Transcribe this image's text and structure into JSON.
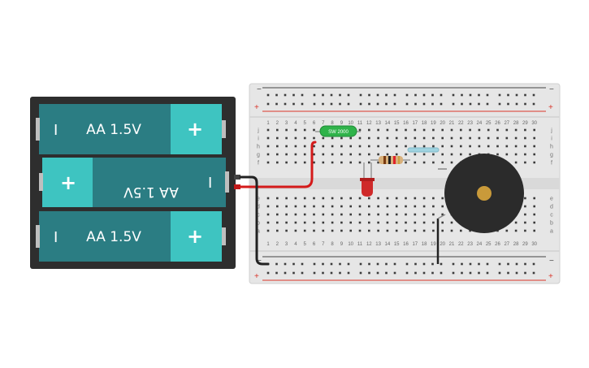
{
  "battery_pack": {
    "cells": [
      {
        "label": "AA 1.5V",
        "minus_symbol": "I",
        "plus_symbol": "+",
        "orientation": "normal"
      },
      {
        "label": "AA 1.5V",
        "minus_symbol": "I",
        "plus_symbol": "+",
        "orientation": "flipped"
      },
      {
        "label": "AA 1.5V",
        "minus_symbol": "I",
        "plus_symbol": "+",
        "orientation": "normal"
      }
    ],
    "case_color": "#2e2e2e",
    "cell_color": "#2b7d83",
    "cap_color": "#3ec4c1"
  },
  "breadboard": {
    "columns": [
      "1",
      "2",
      "3",
      "4",
      "5",
      "6",
      "7",
      "8",
      "9",
      "10",
      "11",
      "12",
      "13",
      "14",
      "15",
      "16",
      "17",
      "18",
      "19",
      "20",
      "21",
      "22",
      "23",
      "24",
      "25",
      "26",
      "27",
      "28",
      "29",
      "30"
    ],
    "top_rows": [
      "j",
      "i",
      "h",
      "g",
      "f"
    ],
    "bottom_rows": [
      "e",
      "d",
      "c",
      "b",
      "a"
    ],
    "rail_plus": "+",
    "rail_minus": "−",
    "body_color": "#e6e6e6",
    "rail_red": "#d9362b",
    "rail_black": "#444444"
  },
  "components": {
    "switch_label": "SW 2000",
    "led_color": "#cf2a2a",
    "buzzer_color": "#2b2b2b",
    "buzzer_center_color": "#c99a3a",
    "wire_red": "#d41a1a",
    "wire_black": "#222222"
  }
}
